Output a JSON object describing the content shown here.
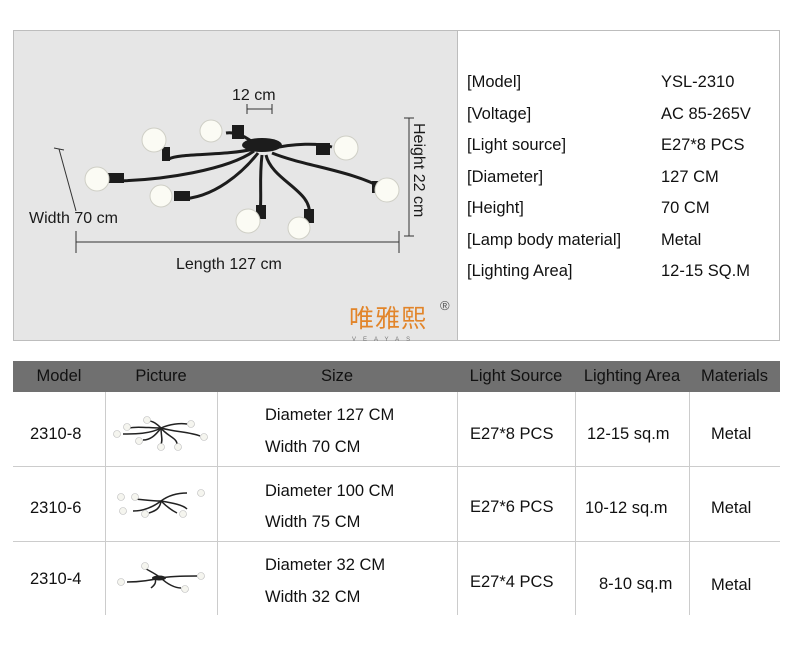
{
  "illustration": {
    "label_top": "12 cm",
    "label_width": "Width 70 cm",
    "label_length": "Length 127 cm",
    "label_height": "Height 22 cm",
    "image": "eight-arm-ceiling-light-icon"
  },
  "logo": {
    "text": "唯雅熙",
    "registered": "®",
    "sub": "VEAYAS"
  },
  "specs": [
    {
      "key": "[Model]",
      "value": "YSL-2310"
    },
    {
      "key": "[Voltage]",
      "value": "AC 85-265V"
    },
    {
      "key": "[Light source]",
      "value": "E27*8 PCS"
    },
    {
      "key": "[Diameter]",
      "value": "127  CM"
    },
    {
      "key": "[Height]",
      "value": "70 CM"
    },
    {
      "key": "[Lamp body material]",
      "value": "Metal"
    },
    {
      "key": "[Lighting Area]",
      "value": "12-15 SQ.M"
    }
  ],
  "table": {
    "headers": [
      "Model",
      "Picture",
      "Size",
      "Light Source",
      "Lighting Area",
      "Materials"
    ],
    "rows": [
      {
        "model": "2310-8",
        "size1": "Diameter 127 CM",
        "size2": "Width 70 CM",
        "light": "E27*8 PCS",
        "area": "12-15 sq.m",
        "material": "Metal",
        "picture": "eight-arm-lamp-icon"
      },
      {
        "model": "2310-6",
        "size1": "Diameter 100 CM",
        "size2": "Width 75 CM",
        "light": "E27*6 PCS",
        "area": "10-12 sq.m",
        "material": "Metal",
        "picture": "six-arm-lamp-icon"
      },
      {
        "model": "2310-4",
        "size1": "Diameter 32 CM",
        "size2": "Width 32 CM",
        "light": "E27*4 PCS",
        "area": "8-10 sq.m",
        "material": "Metal",
        "picture": "four-arm-lamp-icon"
      }
    ]
  },
  "colors": {
    "header_bg": "#707070",
    "panel_bg": "#e6e6e6",
    "logo": "#e2852a",
    "border": "#bdbdbd"
  }
}
